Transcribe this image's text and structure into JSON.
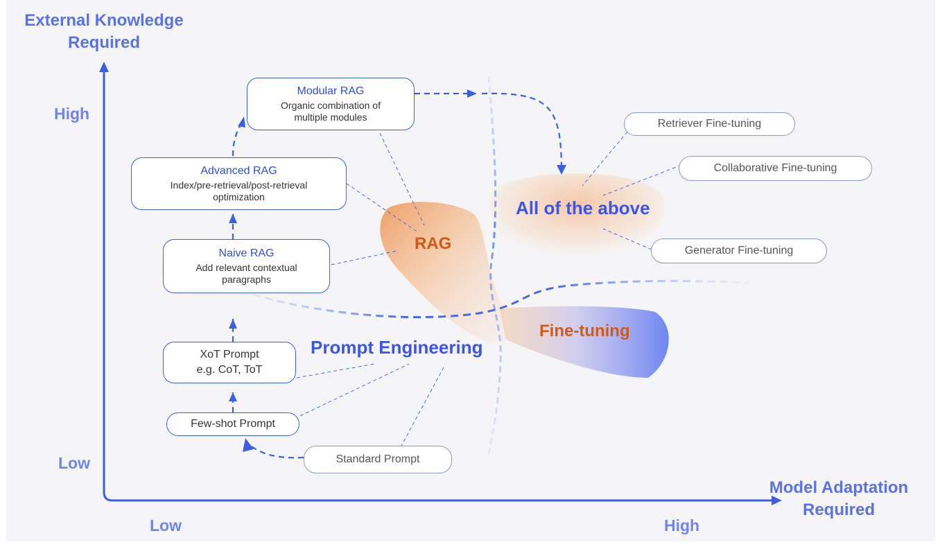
{
  "axes": {
    "y_label_line1": "External Knowledge",
    "y_label_line2": "Required",
    "x_label_line1": "Model Adaptation",
    "x_label_line2": "Required",
    "y_high": "High",
    "y_low": "Low",
    "x_low": "Low",
    "x_high": "High"
  },
  "rag_stages": {
    "naive": {
      "title": "Naive RAG",
      "desc_line1": "Add relevant contextual",
      "desc_line2": "paragraphs"
    },
    "advanced": {
      "title": "Advanced RAG",
      "desc_line1": "Index/pre-retrieval/post-retrieval",
      "desc_line2": "optimization"
    },
    "modular": {
      "title": "Modular RAG",
      "desc_line1": "Organic combination of",
      "desc_line2": "multiple modules"
    }
  },
  "prompt_stages": {
    "xot_line1": "XoT Prompt",
    "xot_line2": "e.g. CoT, ToT",
    "few_shot": "Few-shot Prompt",
    "standard": "Standard Prompt"
  },
  "fine_tuning_items": {
    "retriever": "Retriever Fine-tuning",
    "collaborative": "Collaborative Fine-tuning",
    "generator": "Generator Fine-tuning"
  },
  "regions": {
    "rag": "RAG",
    "prompt_engineering": "Prompt Engineering",
    "fine_tuning": "Fine-tuning",
    "all_above": "All of the above"
  },
  "colors": {
    "axis_blue": "#3a5fe0",
    "label_blue": "#5b72e0",
    "rag_orange": "#d05a1e",
    "region_blue": "#3b55e6"
  }
}
